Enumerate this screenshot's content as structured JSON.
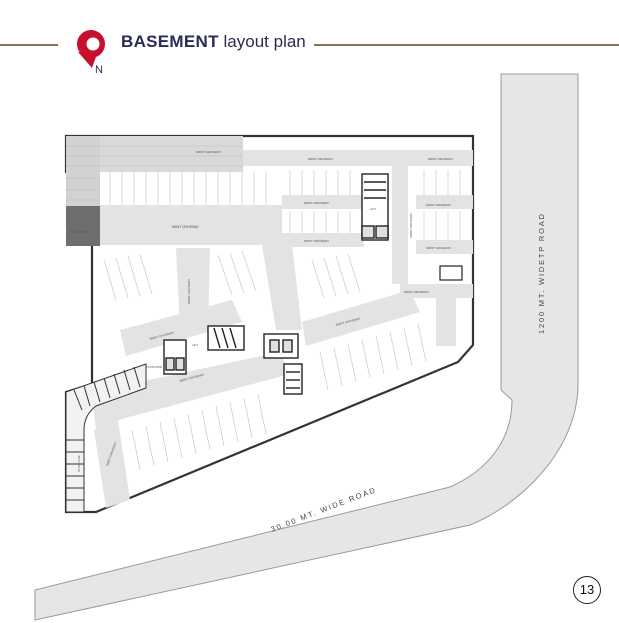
{
  "header": {
    "title_bold": "BASEMENT",
    "title_rest": "layout plan",
    "north_label": "N"
  },
  "colors": {
    "brand_red": "#c8102e",
    "title_navy": "#2b2b53",
    "rule_brown": "#8f6d56",
    "driveway_grey": "#e3e3e3",
    "road_grey": "#e6e6e6",
    "wall_dark": "#333333"
  },
  "roads": {
    "east_road": "1200 MT. WIDETP ROAD",
    "south_road": "30.00 MT. WIDE ROAD"
  },
  "plan_labels": {
    "driveway": "6MWT DRIVEWAY",
    "lift": "LIFT",
    "platform": "PLATFORM",
    "stair": "STAIRCASE"
  },
  "page_number": "13"
}
